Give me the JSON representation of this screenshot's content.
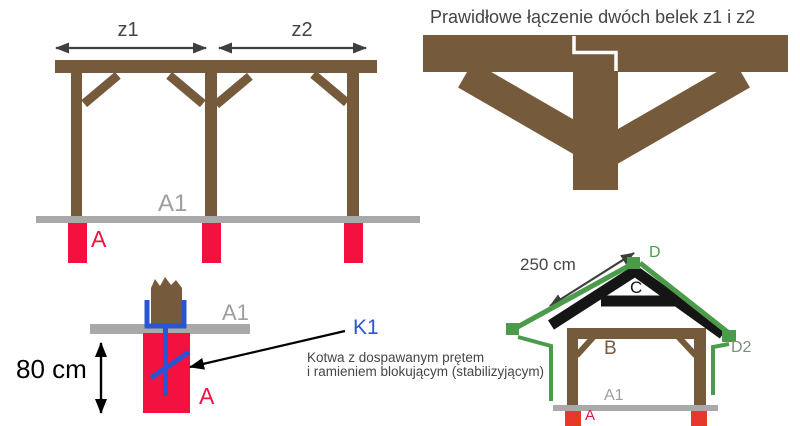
{
  "colors": {
    "wood": "#765A3C",
    "red": "#F2113F",
    "red_small": "#E6392C",
    "gray": "#A9A9A9",
    "gray_text": "#9E9E9E",
    "gray_green": "#7F8E7F",
    "dark_text": "#454545",
    "blue": "#2B55D0",
    "green": "#4A9C4A",
    "black": "#151515",
    "arrow": "#3F3F3F",
    "white": "#FFFFFF"
  },
  "frame_elevation": {
    "span1_label": "z1",
    "span2_label": "z2",
    "ground_label": "A1",
    "footing_label": "A"
  },
  "joint_detail": {
    "title": "Prawidłowe łączenie dwóch belek z1 i z2"
  },
  "anchor_detail": {
    "depth_label": "80 cm",
    "ground_label": "A1",
    "anchor_label": "K1",
    "footing_label": "A",
    "note_line1": "Kotwa z dospawanym prętem",
    "note_line2": "i ramieniem blokującym (stabilizyjącym)"
  },
  "gable_section": {
    "rafter_length_label": "250 cm",
    "ridge_label": "D",
    "truss_label": "C",
    "beam_label": "B",
    "gutter_label": "D2",
    "ground_label": "A1",
    "footing_label": "A"
  }
}
